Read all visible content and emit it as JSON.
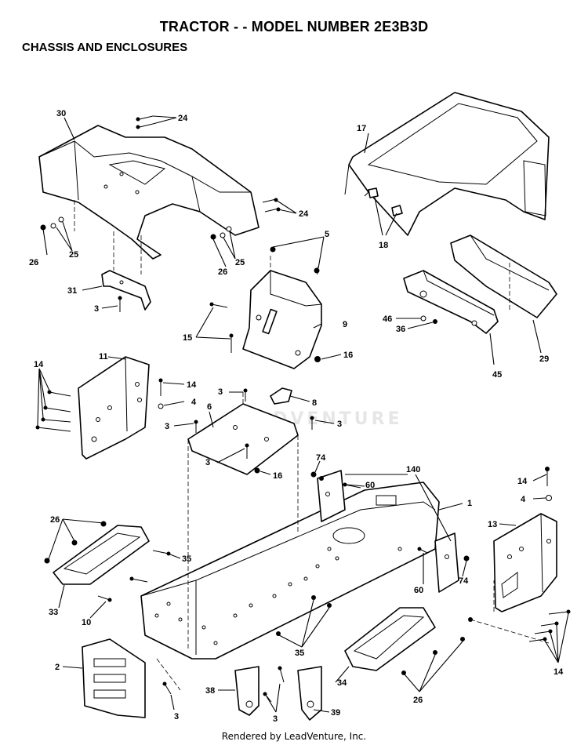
{
  "header": {
    "title": "TRACTOR - - MODEL NUMBER 2E3B3D",
    "section": "CHASSIS AND ENCLOSURES"
  },
  "watermark": "LEADVENTURE",
  "footer": "Rendered by LeadVenture, Inc.",
  "callouts": {
    "c30": "30",
    "c24a": "24",
    "c24b": "24",
    "c17": "17",
    "c18": "18",
    "c26a": "26",
    "c25a": "25",
    "c26b": "26",
    "c25b": "25",
    "c5": "5",
    "c31": "31",
    "c3a": "3",
    "c9": "9",
    "c15": "15",
    "c16a": "16",
    "c46": "46",
    "c36": "36",
    "c29": "29",
    "c45": "45",
    "c11": "11",
    "c14a": "14",
    "c14b": "14",
    "c4a": "4",
    "c3b": "3",
    "c8": "8",
    "c6": "6",
    "c3c": "3",
    "c3d": "3",
    "c3e": "3",
    "c16b": "16",
    "c74a": "74",
    "c140": "140",
    "c60a": "60",
    "c1": "1",
    "c14c": "14",
    "c4b": "4",
    "c13": "13",
    "c26c": "26",
    "c35a": "35",
    "c33": "33",
    "c10": "10",
    "c60b": "60",
    "c74b": "74",
    "c35b": "35",
    "c2": "2",
    "c38": "38",
    "c3f": "3",
    "c39": "39",
    "c34": "34",
    "c26d": "26",
    "c14d": "14",
    "c3g": "3"
  }
}
